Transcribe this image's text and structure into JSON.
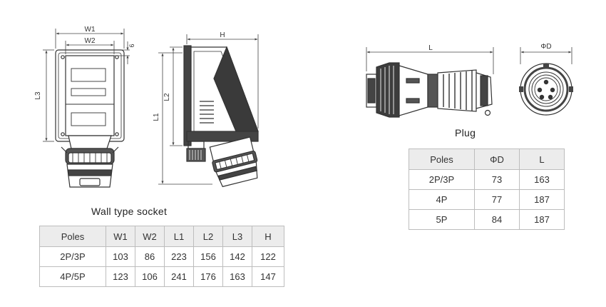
{
  "wall_socket": {
    "caption": "Wall type socket",
    "dimension_labels": {
      "w1": "W1",
      "w2": "W2",
      "six": "6",
      "l3": "L3",
      "l1": "L1",
      "l2": "L2",
      "h": "H"
    },
    "table": {
      "headers": [
        "Poles",
        "W1",
        "W2",
        "L1",
        "L2",
        "L3",
        "H"
      ],
      "rows": [
        [
          "2P/3P",
          "103",
          "86",
          "223",
          "156",
          "142",
          "122"
        ],
        [
          "4P/5P",
          "123",
          "106",
          "241",
          "176",
          "163",
          "147"
        ]
      ]
    }
  },
  "plug": {
    "caption": "Plug",
    "dimension_labels": {
      "l": "L",
      "d": "ΦD"
    },
    "table": {
      "headers": [
        "Poles",
        "ΦD",
        "L"
      ],
      "rows": [
        [
          "2P/3P",
          "73",
          "163"
        ],
        [
          "4P",
          "77",
          "187"
        ],
        [
          "5P",
          "84",
          "187"
        ]
      ]
    }
  }
}
